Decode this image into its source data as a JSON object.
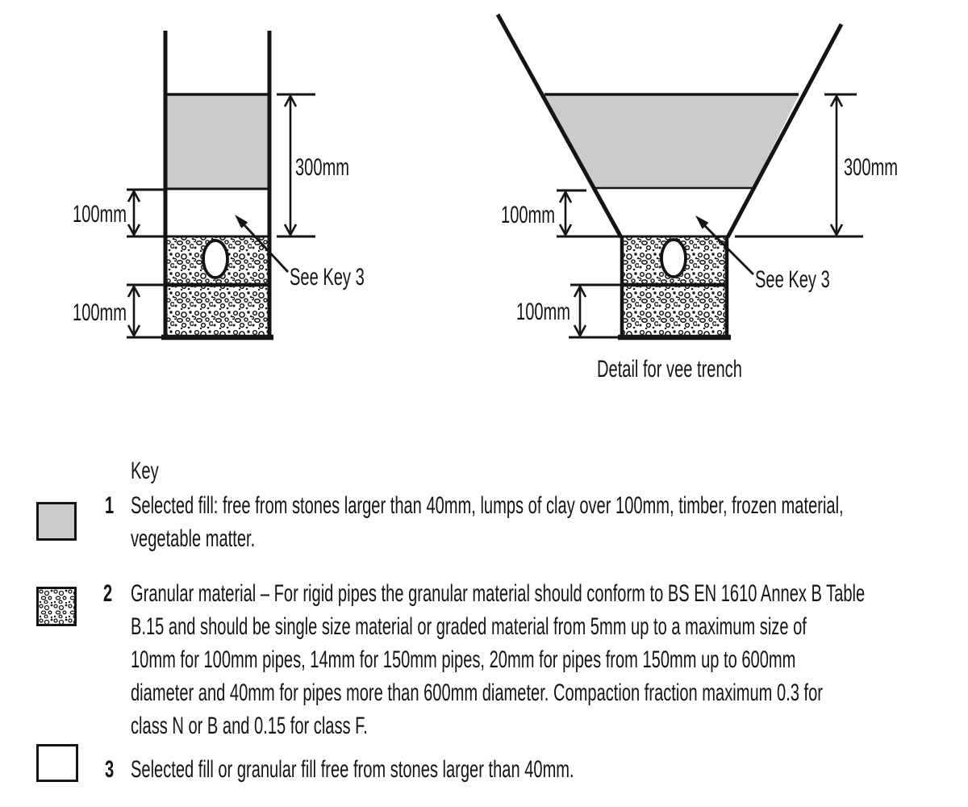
{
  "diagrams": {
    "straight_trench": {
      "depth_label": "300mm",
      "sidefill_label": "100mm",
      "bedding_label": "100mm",
      "callout": "See Key 3"
    },
    "vee_trench": {
      "depth_label": "300mm",
      "sidefill_label": "100mm",
      "bedding_label": "100mm",
      "callout": "See Key 3",
      "caption": "Detail for vee trench"
    }
  },
  "key": {
    "title": "Key",
    "items": [
      {
        "number": "1",
        "swatch": "selected-fill-gray-swatch",
        "lines": [
          "Selected fill: free from stones larger than 40mm, lumps of clay over 100mm, timber, frozen material,",
          "vegetable matter."
        ]
      },
      {
        "number": "2",
        "swatch": "granular-material-stipple-swatch",
        "lines": [
          "Granular material – For rigid pipes the granular material should conform to BS EN 1610 Annex B Table",
          "B.15 and should be single size material or graded material from 5mm up to a maximum size of",
          "10mm for 100mm pipes, 14mm for 150mm pipes, 20mm for pipes from 150mm up to 600mm",
          "diameter and 40mm for pipes more than 600mm diameter. Compaction fraction maximum 0.3 for",
          "class N or B and 0.15 for class F."
        ]
      },
      {
        "number": "3",
        "swatch": "selected-or-granular-white-swatch",
        "lines": [
          "Selected fill or granular fill free from stones larger than 40mm."
        ]
      }
    ]
  },
  "colors": {
    "selected_fill_gray": "#c9cccb",
    "line_black": "#141414",
    "background": "#ffffff"
  }
}
